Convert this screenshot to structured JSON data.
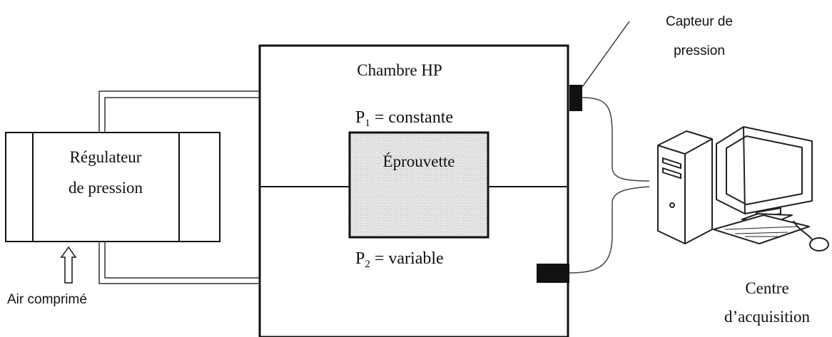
{
  "labels": {
    "chamber": "Chambre HP",
    "p1_sym": "P",
    "p1_sub": "1",
    "p1_rest": " = constante",
    "p2_sym": "P",
    "p2_sub": "2",
    "p2_rest": " = variable",
    "specimen": "Éprouvette",
    "regulator_line1": "Régulateur",
    "regulator_line2": "de pression",
    "air": "Air comprimé",
    "sensor_line1": "Capteur de",
    "sensor_line2": "pression",
    "acq_line1": "Centre",
    "acq_line2": "d’acquisition"
  },
  "icons": {
    "computer": "desktop-computer-icon"
  }
}
